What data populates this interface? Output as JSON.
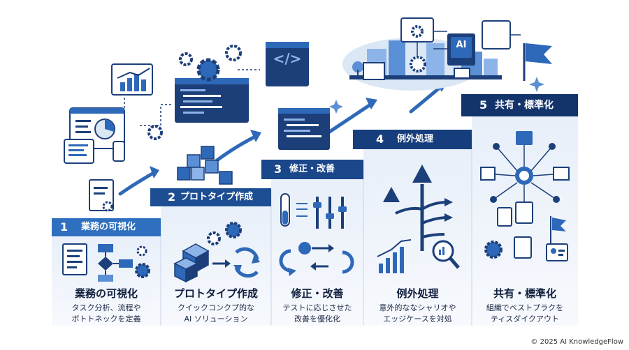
{
  "steps": [
    {
      "num": "1",
      "label": "業務の可視化",
      "title": "業務の可視化",
      "desc": [
        "タスク分析、流程や",
        "ボトトネックを定義"
      ]
    },
    {
      "num": "2",
      "label": "プロトタイプ作成",
      "title": "プロトタイプ作成",
      "desc": [
        "クイックコンクプ的な",
        "AI ソリューション"
      ]
    },
    {
      "num": "3",
      "label": "修正・改善",
      "title": "修正・改善",
      "desc": [
        "テストに応じさせた",
        "改善を優化化"
      ]
    },
    {
      "num": "4",
      "label": "例外処理",
      "title": "例外処理",
      "desc": [
        "意外的ななシャリオや",
        "エッジケースを対処"
      ]
    },
    {
      "num": "5",
      "label": "共有・標準化",
      "title": "共有・標準化",
      "desc": [
        "組織でベストプラクを",
        "ティスダイクアウト"
      ]
    }
  ],
  "ai_badge": "AI",
  "code_glyph": "</>",
  "copyright": "© 2025 AI KnowledgeFlow",
  "colors": {
    "navy": "#1c3f7a",
    "blue": "#2e68b8",
    "light": "#dbe7f5",
    "bg": "#eef3fa"
  }
}
